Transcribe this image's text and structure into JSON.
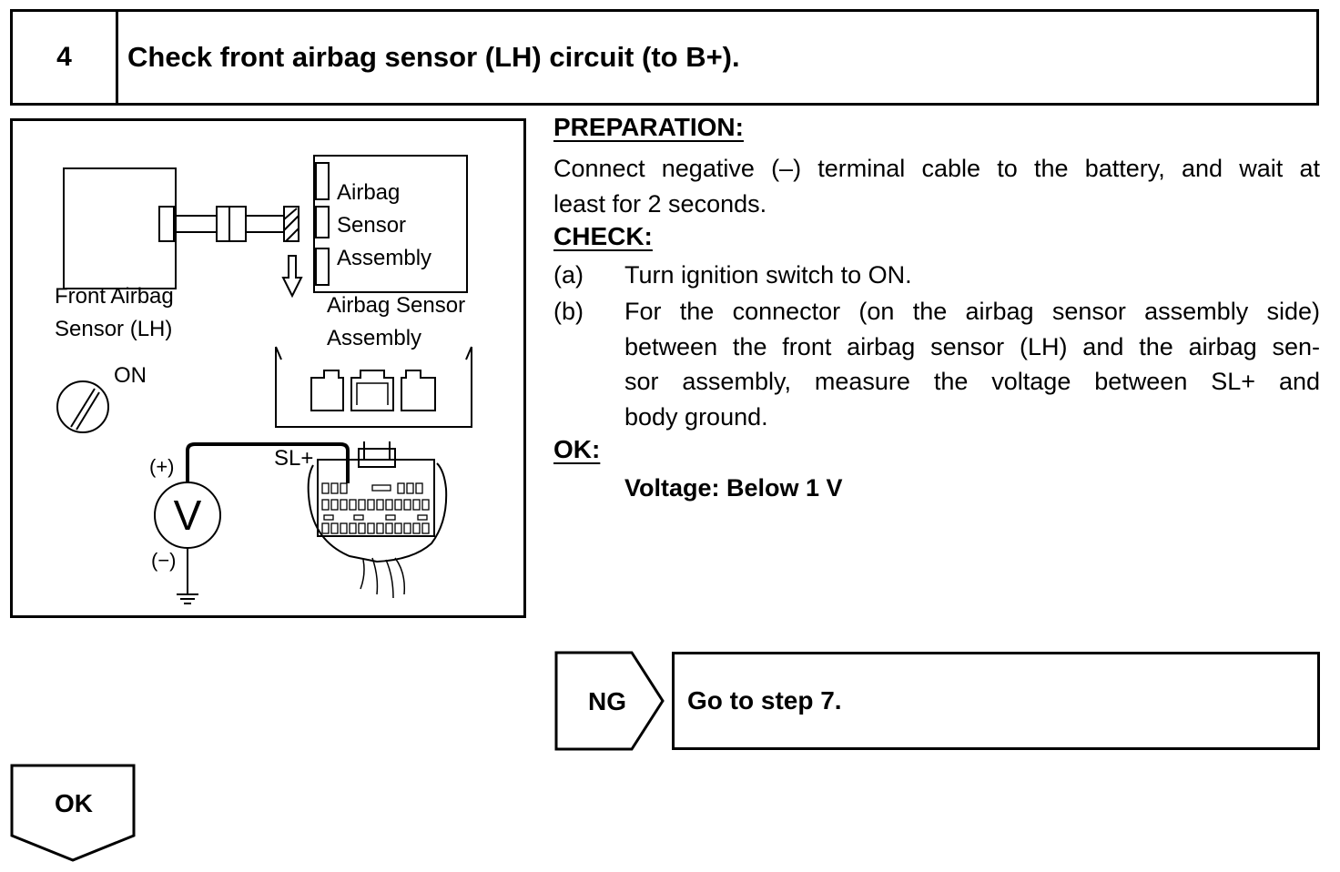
{
  "header": {
    "step_number": "4",
    "title": "Check front airbag sensor (LH) circuit (to B+)."
  },
  "diagram": {
    "labels": {
      "front_sensor_line1": "Front Airbag",
      "front_sensor_line2": "Sensor (LH)",
      "assembly_box_line1": "Airbag",
      "assembly_box_line2": "Sensor",
      "assembly_box_line3": "Assembly",
      "assembly_side_line1": "Airbag Sensor",
      "assembly_side_line2": "Assembly",
      "ignition": "ON",
      "plus": "(+)",
      "minus": "(−)",
      "voltmeter": "V",
      "terminal": "SL+"
    }
  },
  "preparation": {
    "title": "PREPARATION:",
    "line1": "Connect negative (–) terminal cable to the battery, and wait at",
    "line2": "least for 2 seconds."
  },
  "check": {
    "title": "CHECK:",
    "a_marker": "(a)",
    "a_text": "Turn ignition switch to ON.",
    "b_marker": "(b)",
    "b_line1": "For the connector (on the airbag sensor assembly side)",
    "b_line2": "between the front airbag sensor (LH) and the airbag sen-",
    "b_line3": "sor assembly, measure the voltage between SL+ and",
    "b_line4": "body ground."
  },
  "ok_spec": {
    "title": "OK:",
    "value": "Voltage: Below 1 V"
  },
  "results": {
    "ng_label": "NG",
    "ng_action": "Go to step 7.",
    "ok_label": "OK"
  }
}
